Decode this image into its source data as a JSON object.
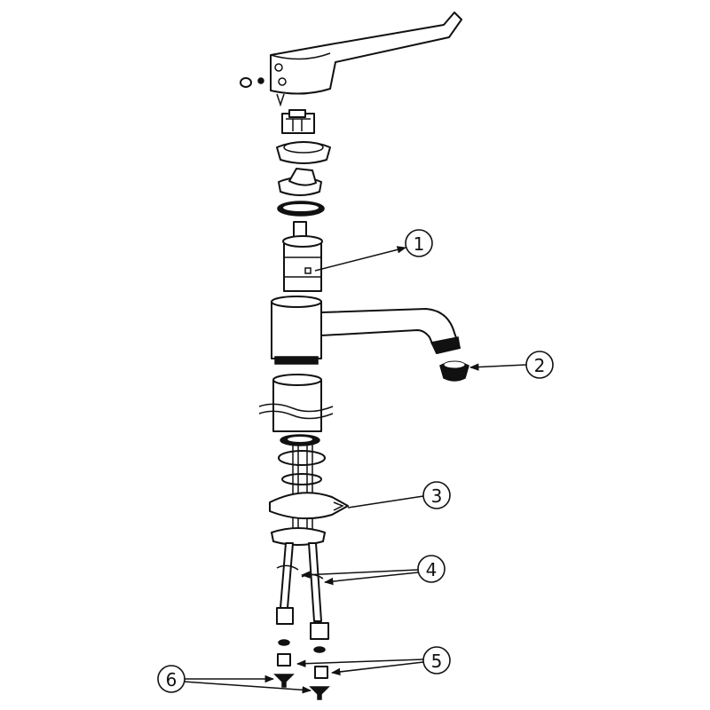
{
  "diagram": {
    "type": "exploded parts view",
    "callouts": [
      {
        "label": "1"
      },
      {
        "label": "2"
      },
      {
        "label": "3"
      },
      {
        "label": "4"
      },
      {
        "label": "5"
      },
      {
        "label": "6"
      }
    ]
  }
}
